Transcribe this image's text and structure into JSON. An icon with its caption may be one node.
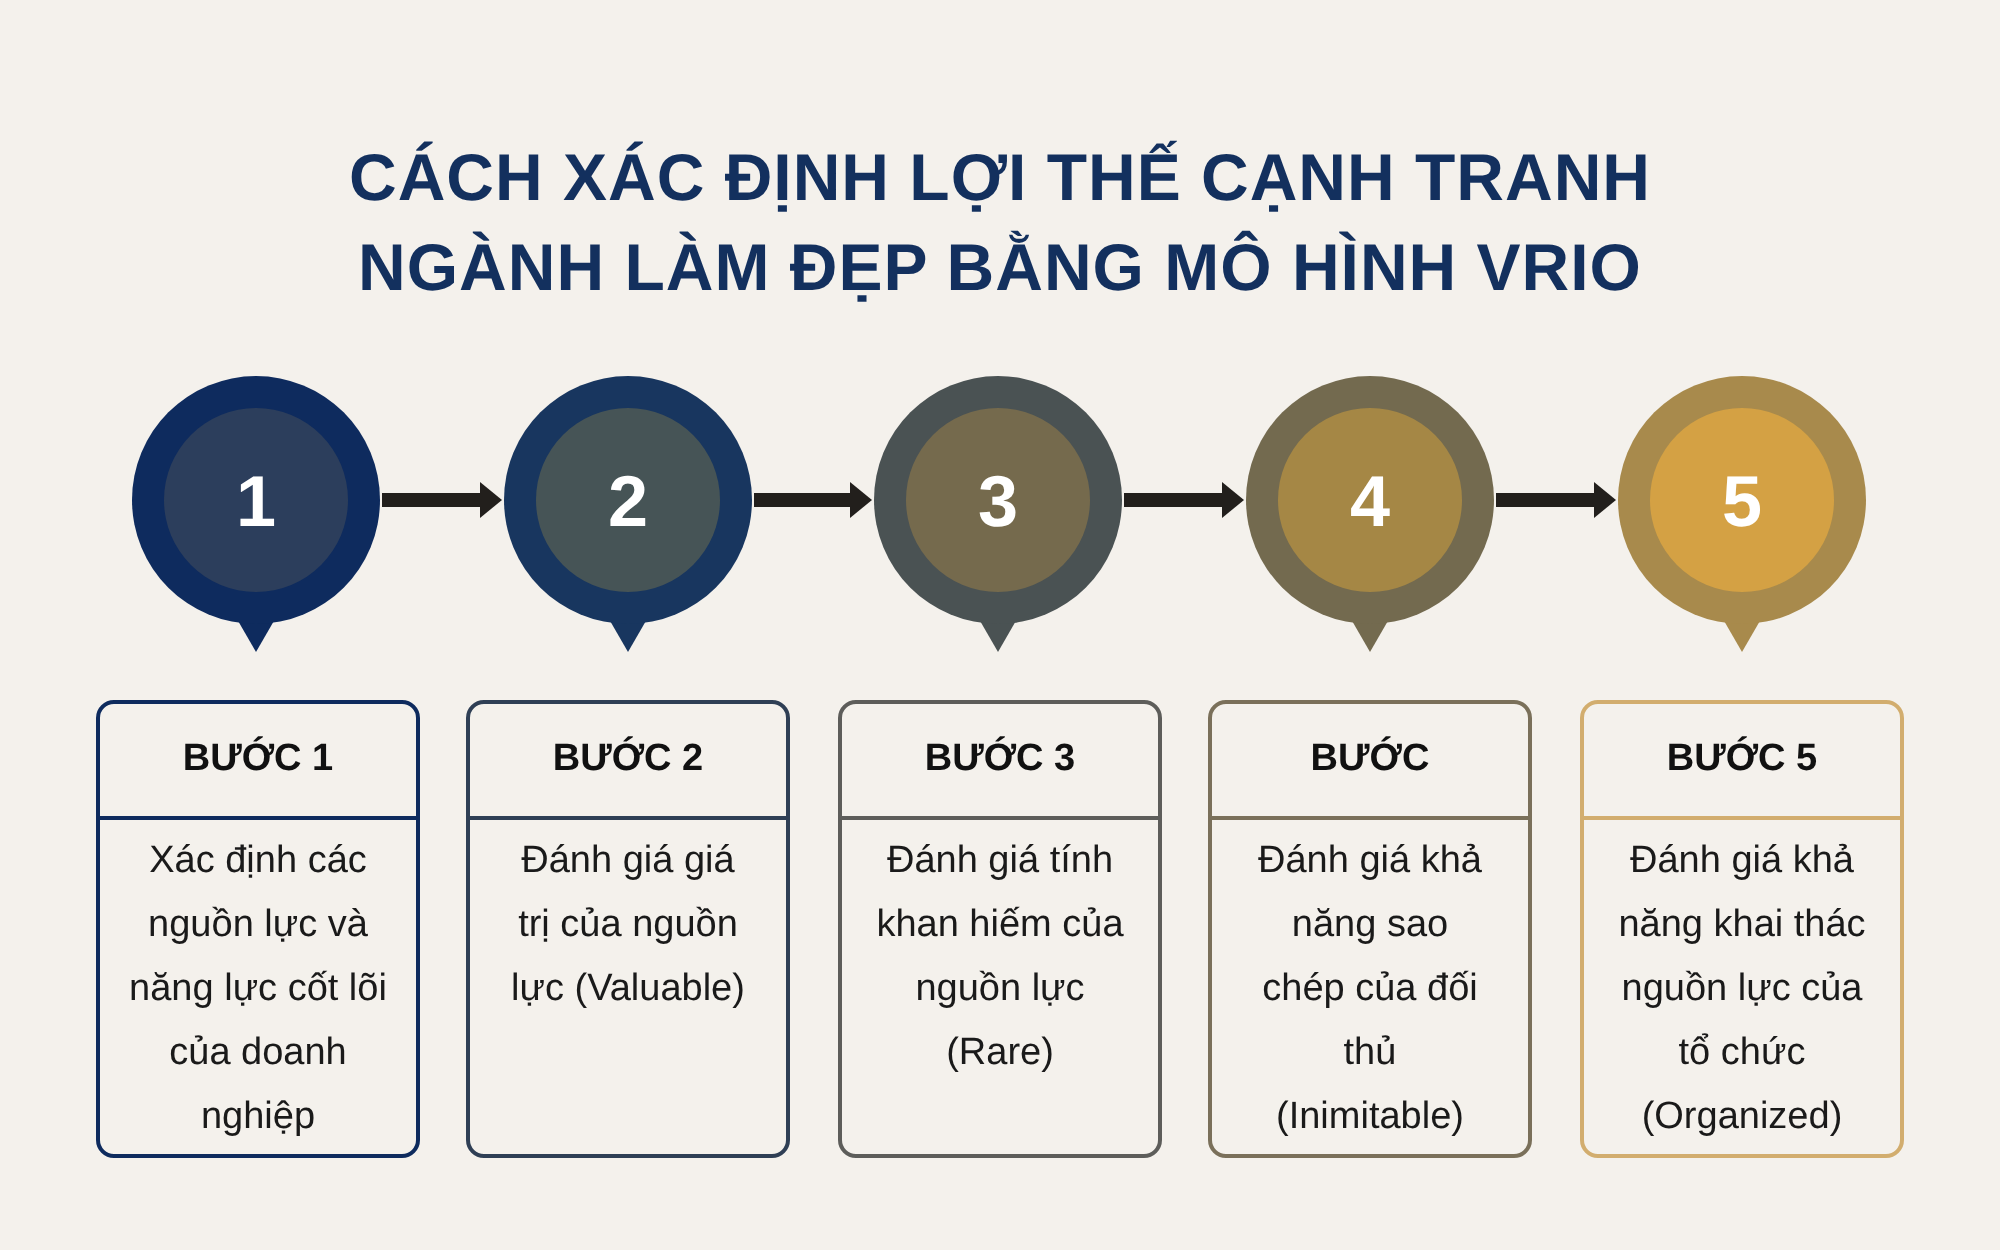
{
  "diagram": {
    "title": "CÁCH XÁC ĐỊNH LỢI THẾ CẠNH TRANH NGÀNH LÀM ĐẸP BẰNG MÔ HÌNH VRIO",
    "nodes": [
      {
        "text": [
          "1"
        ]
      },
      {
        "text": [
          "2"
        ]
      },
      {
        "text": [
          "3"
        ]
      },
      {
        "text": [
          "4"
        ]
      },
      {
        "text": [
          "5"
        ]
      },
      {
        "text": [
          "BƯỚC 1",
          "Xác định các nguồn lực và năng lực cốt lõi của doanh nghiệp"
        ]
      },
      {
        "text": [
          "BƯỚC 2",
          "Đánh giá giá trị của nguồn lực (Valuable)"
        ]
      },
      {
        "text": [
          "BƯỚC 3",
          "Đánh giá tính khan hiếm của nguồn lực (Rare)"
        ]
      },
      {
        "text": [
          "BƯỚC",
          "Đánh giá khả năng sao chép của đối thủ (Inimitable)"
        ]
      },
      {
        "text": [
          "BƯỚC 5",
          "Đánh giá khả năng khai thác nguồn lực của tổ chức (Organized)"
        ]
      }
    ],
    "edges": [
      {
        "from": 0,
        "to": 1,
        "arrow": "to"
      },
      {
        "from": 1,
        "to": 2,
        "arrow": "to"
      },
      {
        "from": 2,
        "to": 3,
        "arrow": "to"
      },
      {
        "from": 3,
        "to": 4,
        "arrow": "to"
      }
    ]
  }
}
